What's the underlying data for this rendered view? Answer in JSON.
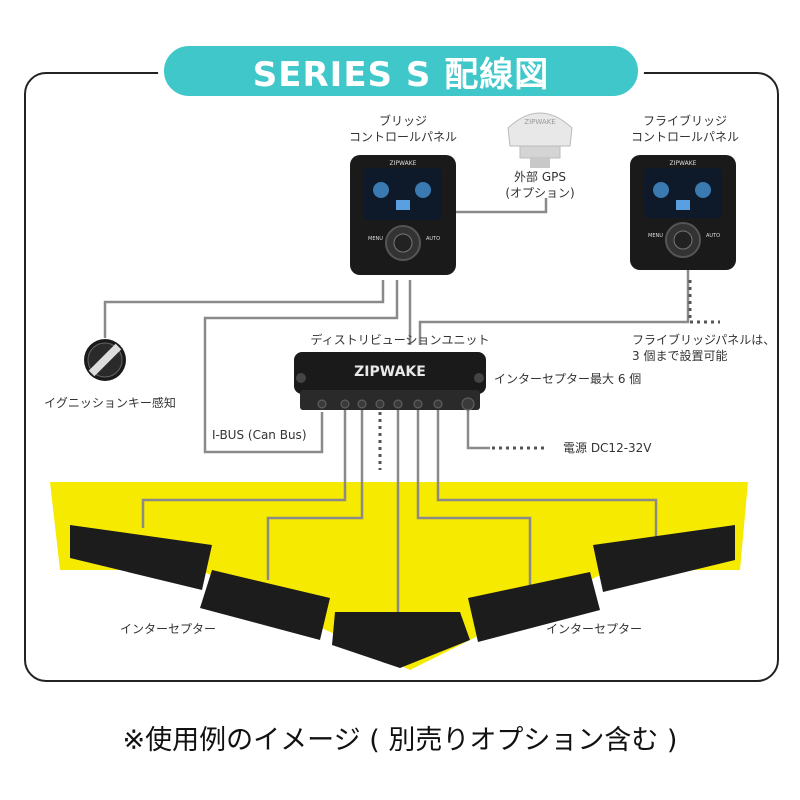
{
  "title": "SERIES S 配線図",
  "labels": {
    "bridge_panel": [
      "ブリッジ",
      "コントロールパネル"
    ],
    "flybridge_panel": [
      "フライブリッジ",
      "コントロールパネル"
    ],
    "gps": [
      "外部 GPS",
      "(オプション)"
    ],
    "distribution_unit": "ディストリビューションユニット",
    "ignition": "イグニッションキー感知",
    "interceptor_max": "インターセプター最大 6 個",
    "ibus": "I-BUS (Can Bus)",
    "power": "電源 DC12-32V",
    "flybridge_note": [
      "フライブリッジパネルは、",
      "3 個まで設置可能"
    ],
    "interceptor_left": "インターセプター",
    "interceptor_right": "インターセプター"
  },
  "device_text": {
    "brand": "ZIPWAKE",
    "gps_brand": "ZIPWAKE",
    "menu": "MENU",
    "auto": "AUTO"
  },
  "caption": "※使用例のイメージ ( 別売りオプション含む )",
  "colors": {
    "accent": "#3fc7c9",
    "hull": "#f6ea00",
    "device": "#1a1a1a",
    "wire": "#8a8a8a"
  }
}
